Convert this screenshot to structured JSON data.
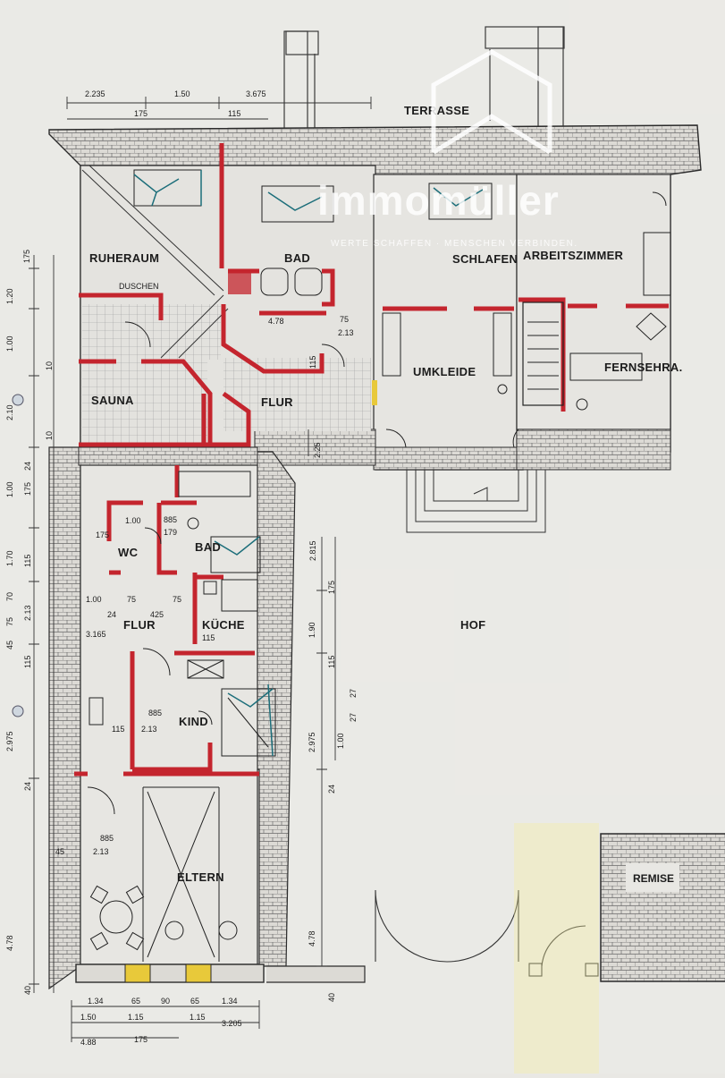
{
  "rooms": {
    "terrasse": "TERRASSE",
    "ruheraum": "RUHERAUM",
    "duschen": "DUSCHEN",
    "bad_top": "BAD",
    "schlafen": "SCHLAFEN",
    "arbeitszimmer": "ARBEITSZIMMER",
    "umkleide": "UMKLEIDE",
    "fernsehra": "FERNSEHRA.",
    "sauna": "SAUNA",
    "flur_top": "FLUR",
    "wc": "WC",
    "bad_small": "BAD",
    "flur_bottom": "FLUR",
    "kuche": "KÜCHE",
    "kind": "KIND",
    "eltern": "ELTERN",
    "hof": "HOF",
    "remise": "REMISE"
  },
  "watermark": {
    "brand": "immomüller",
    "tagline": "WERTE SCHAFFEN · MENSCHEN VERBINDEN."
  },
  "dimensions": {
    "top_1": "2.235",
    "top_2": "1.50",
    "top_3": "3.675",
    "top_4": "175",
    "top_5": "115",
    "left_1": "175",
    "left_2": "1.20",
    "left_3": "1.00",
    "left_4": "10",
    "left_5": "2.10",
    "left_6": "10",
    "left_7": "24",
    "left_8": "1.00",
    "left_9": "175",
    "left_10": "1.70",
    "left_11": "115",
    "left_12": "70",
    "left_13": "75",
    "left_14": "2.13",
    "left_15": "45",
    "left_16": "115",
    "left_17": "2.975",
    "left_18": "24",
    "left_19": "4.78",
    "left_20": "40",
    "mid_1": "2.815",
    "mid_2": "175",
    "mid_3": "1.90",
    "mid_4": "115",
    "mid_5": "2.975",
    "mid_6": "1.00",
    "mid_7": "27",
    "mid_8": "27",
    "mid_9": "24",
    "mid_10": "4.78",
    "mid_11": "40",
    "flur_1": "2.25",
    "bad_1": "4.78",
    "bad_2": "75",
    "bad_3": "2.13",
    "bad_4": "115",
    "wc_1": "1.00",
    "wc_2": "175",
    "wc_3": "885",
    "wc_4": "179",
    "f_1": "1.00",
    "f_2": "75",
    "f_3": "75",
    "f_4": "24",
    "f_5": "425",
    "f_6": "3.165",
    "f_7": "115",
    "k_1": "885",
    "k_2": "2.13",
    "k_3": "115",
    "e_1": "885",
    "e_2": "2.13",
    "e_3": "45",
    "b_1": "1.34",
    "b_2": "65",
    "b_3": "90",
    "b_4": "65",
    "b_5": "1.34",
    "b_6": "1.50",
    "b_7": "1.15",
    "b_8": "1.15",
    "b_9": "3.205",
    "b_10": "4.88",
    "b_11": "175"
  }
}
